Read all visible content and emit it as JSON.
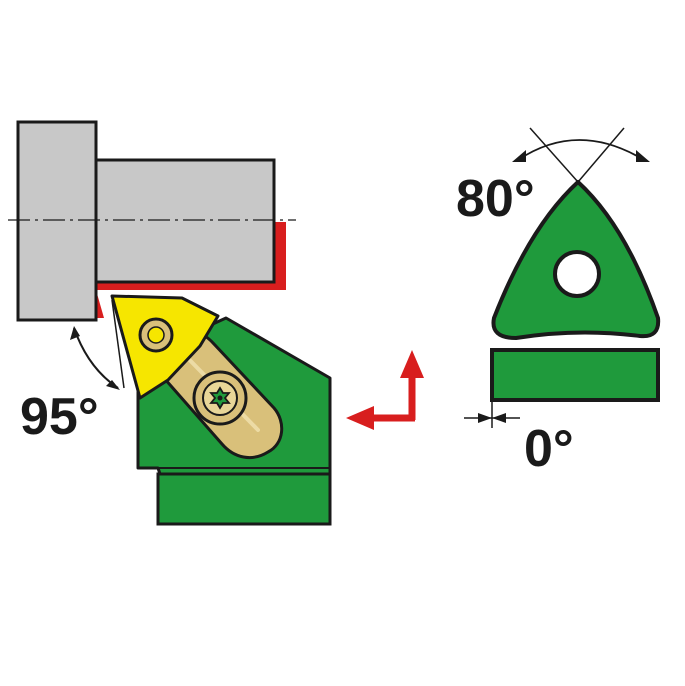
{
  "labels": {
    "approach_angle": "95°",
    "insert_angle": "80°",
    "clearance_angle": "0°"
  },
  "colors": {
    "green": "#1f9a3c",
    "yellow": "#f6e600",
    "red": "#d81e1e",
    "gray": "#c8c8c8",
    "tan": "#d9c07a",
    "outline": "#1a1a1a"
  },
  "icons": {
    "feed_direction": "feed-direction-arrows-icon",
    "screw": "torx-screw-icon"
  }
}
